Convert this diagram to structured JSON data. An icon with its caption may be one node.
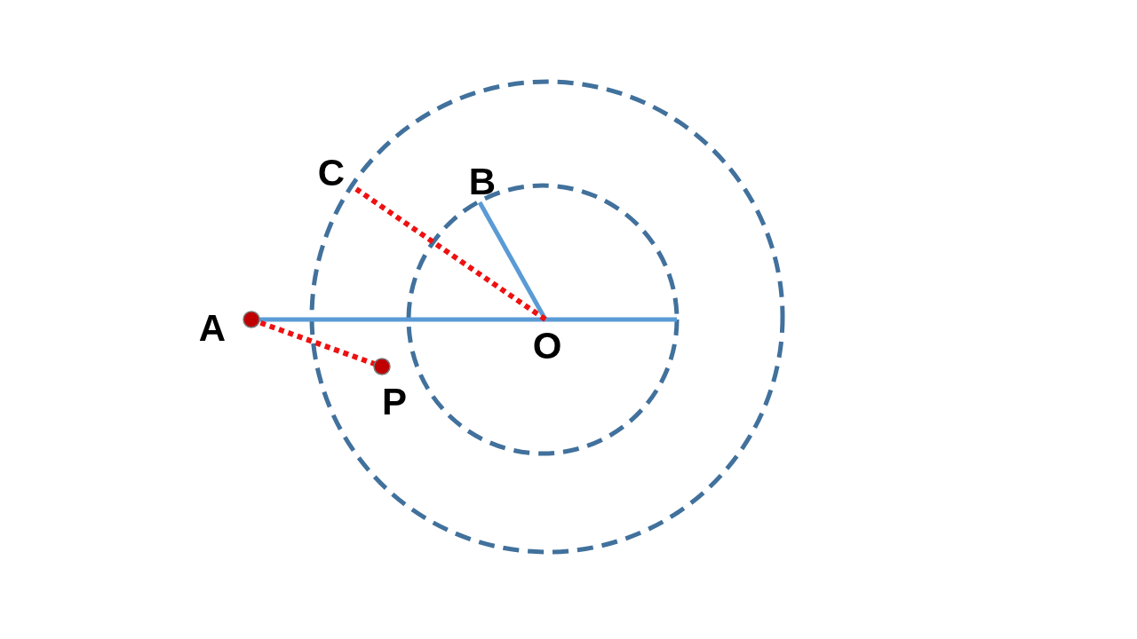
{
  "diagram": {
    "nodes": [
      {
        "text": [
          "A"
        ]
      },
      {
        "text": [
          "B"
        ]
      },
      {
        "text": [
          "C"
        ]
      },
      {
        "text": [
          "O"
        ]
      },
      {
        "text": [
          "P"
        ]
      }
    ],
    "edges": [
      {
        "from": 0,
        "to": 3,
        "arrow": "none"
      },
      {
        "from": 3,
        "to": 1,
        "arrow": "none"
      },
      {
        "from": 3,
        "to": 2,
        "arrow": "none",
        "style": "dashed",
        "color": "#ee1111"
      },
      {
        "from": 0,
        "to": 4,
        "arrow": "none",
        "style": "dashed",
        "color": "#ee1111"
      }
    ]
  }
}
